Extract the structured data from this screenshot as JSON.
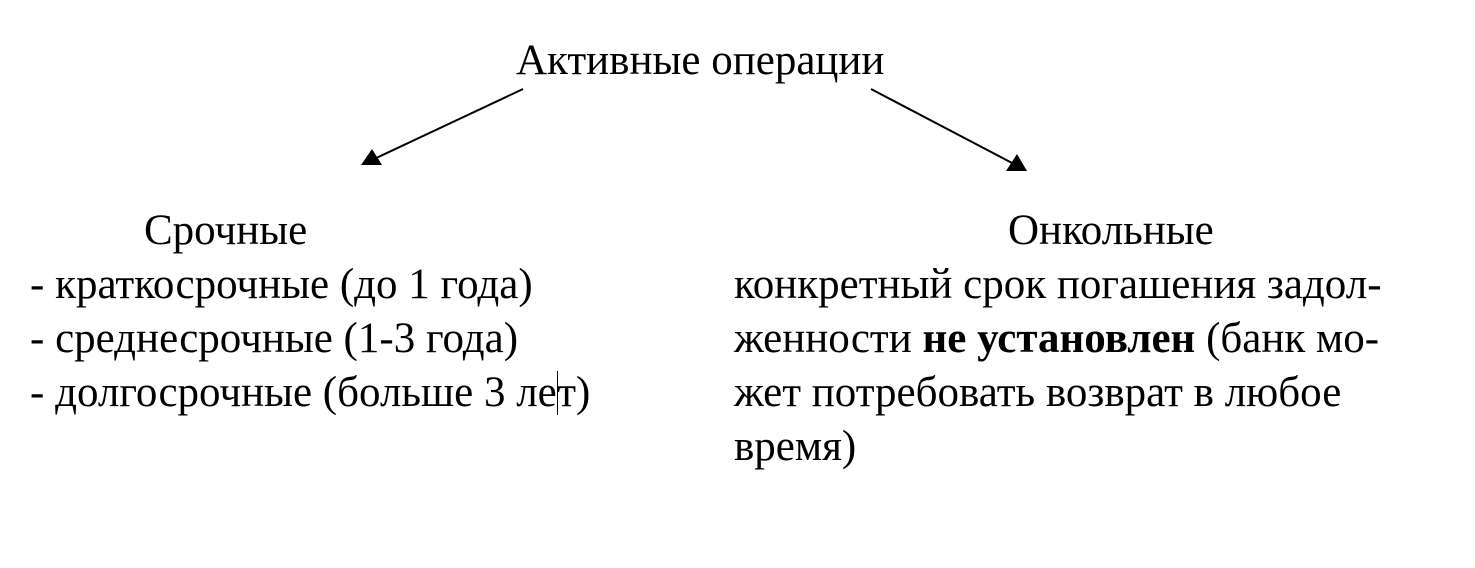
{
  "title": "Активные операции",
  "left": {
    "heading": "Срочные",
    "items": [
      "- краткосрочные (до 1 года)",
      "- среднесрочные (1-3 года)"
    ],
    "item3_before_cursor": "- долгосрочные (больше 3 ле",
    "item3_after_cursor": "т)"
  },
  "right": {
    "heading": "Онкольные",
    "line1": "конкретный срок погашения задол-",
    "line2_pre": "женности ",
    "line2_bold": "не установлен",
    "line2_post": " (банк мо-",
    "line3": "жет потребовать возврат в любое",
    "line4": "время)"
  }
}
